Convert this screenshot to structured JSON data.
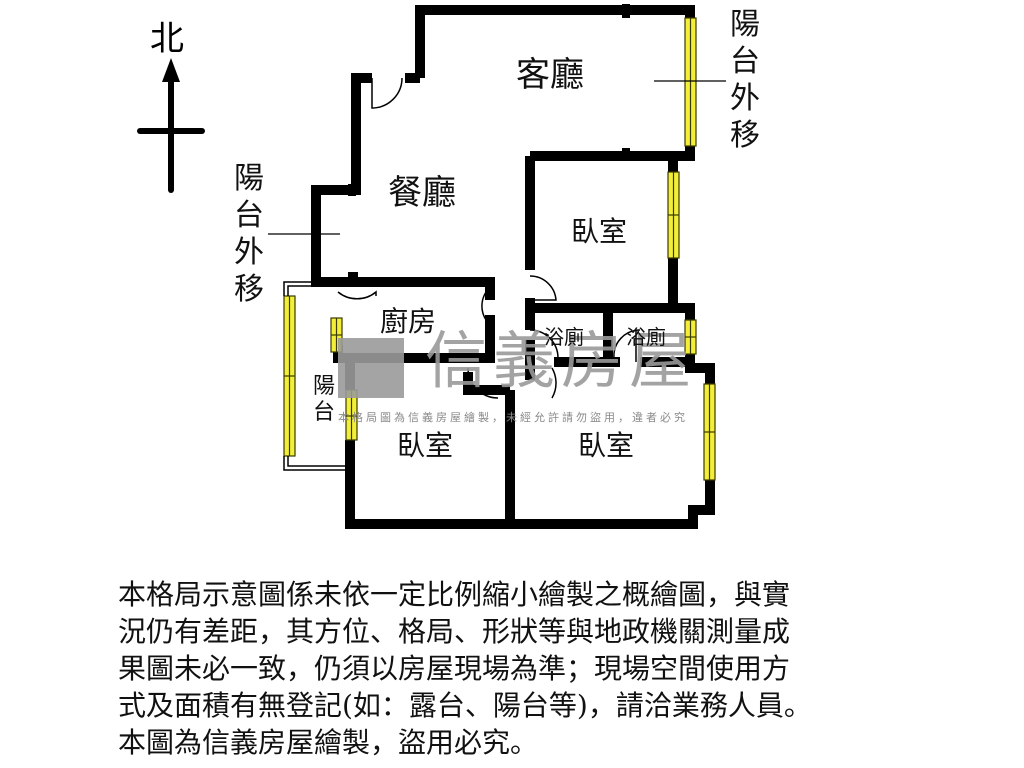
{
  "compass": {
    "label": "北",
    "icon": "north-arrow-icon"
  },
  "rooms": {
    "living_room": "客廳",
    "dining_room": "餐廳",
    "bedroom_ne": "臥室",
    "kitchen": "廚房",
    "bathroom_1": "浴廁",
    "bathroom_2": "浴廁",
    "bedroom_sw": "臥室",
    "bedroom_se": "臥室"
  },
  "balcony_notes": {
    "east": [
      "陽",
      "台",
      "外",
      "移"
    ],
    "west": [
      "陽",
      "台",
      "外",
      "移"
    ],
    "small_balcony": [
      "陽",
      "台"
    ]
  },
  "watermark": {
    "brand": "信義房屋",
    "notice": "本格局圖為信義房屋繪製，未經允許請勿盜用，違者必究"
  },
  "colors": {
    "wall": "#000000",
    "window_fill": "#f2ee3a",
    "window_stroke": "#555500",
    "watermark": "#9a9a9a",
    "background": "#ffffff"
  },
  "disclaimer": {
    "lines": [
      "本格局示意圖係未依一定比例縮小繪製之概繪圖，與實",
      "況仍有差距，其方位、格局、形狀等與地政機關測量成",
      "果圖未必一致，仍須以房屋現場為準；現場空間使用方",
      "式及面積有無登記(如：露台、陽台等)，請洽業務人員。",
      "本圖為信義房屋繪製，盜用必究。"
    ]
  }
}
